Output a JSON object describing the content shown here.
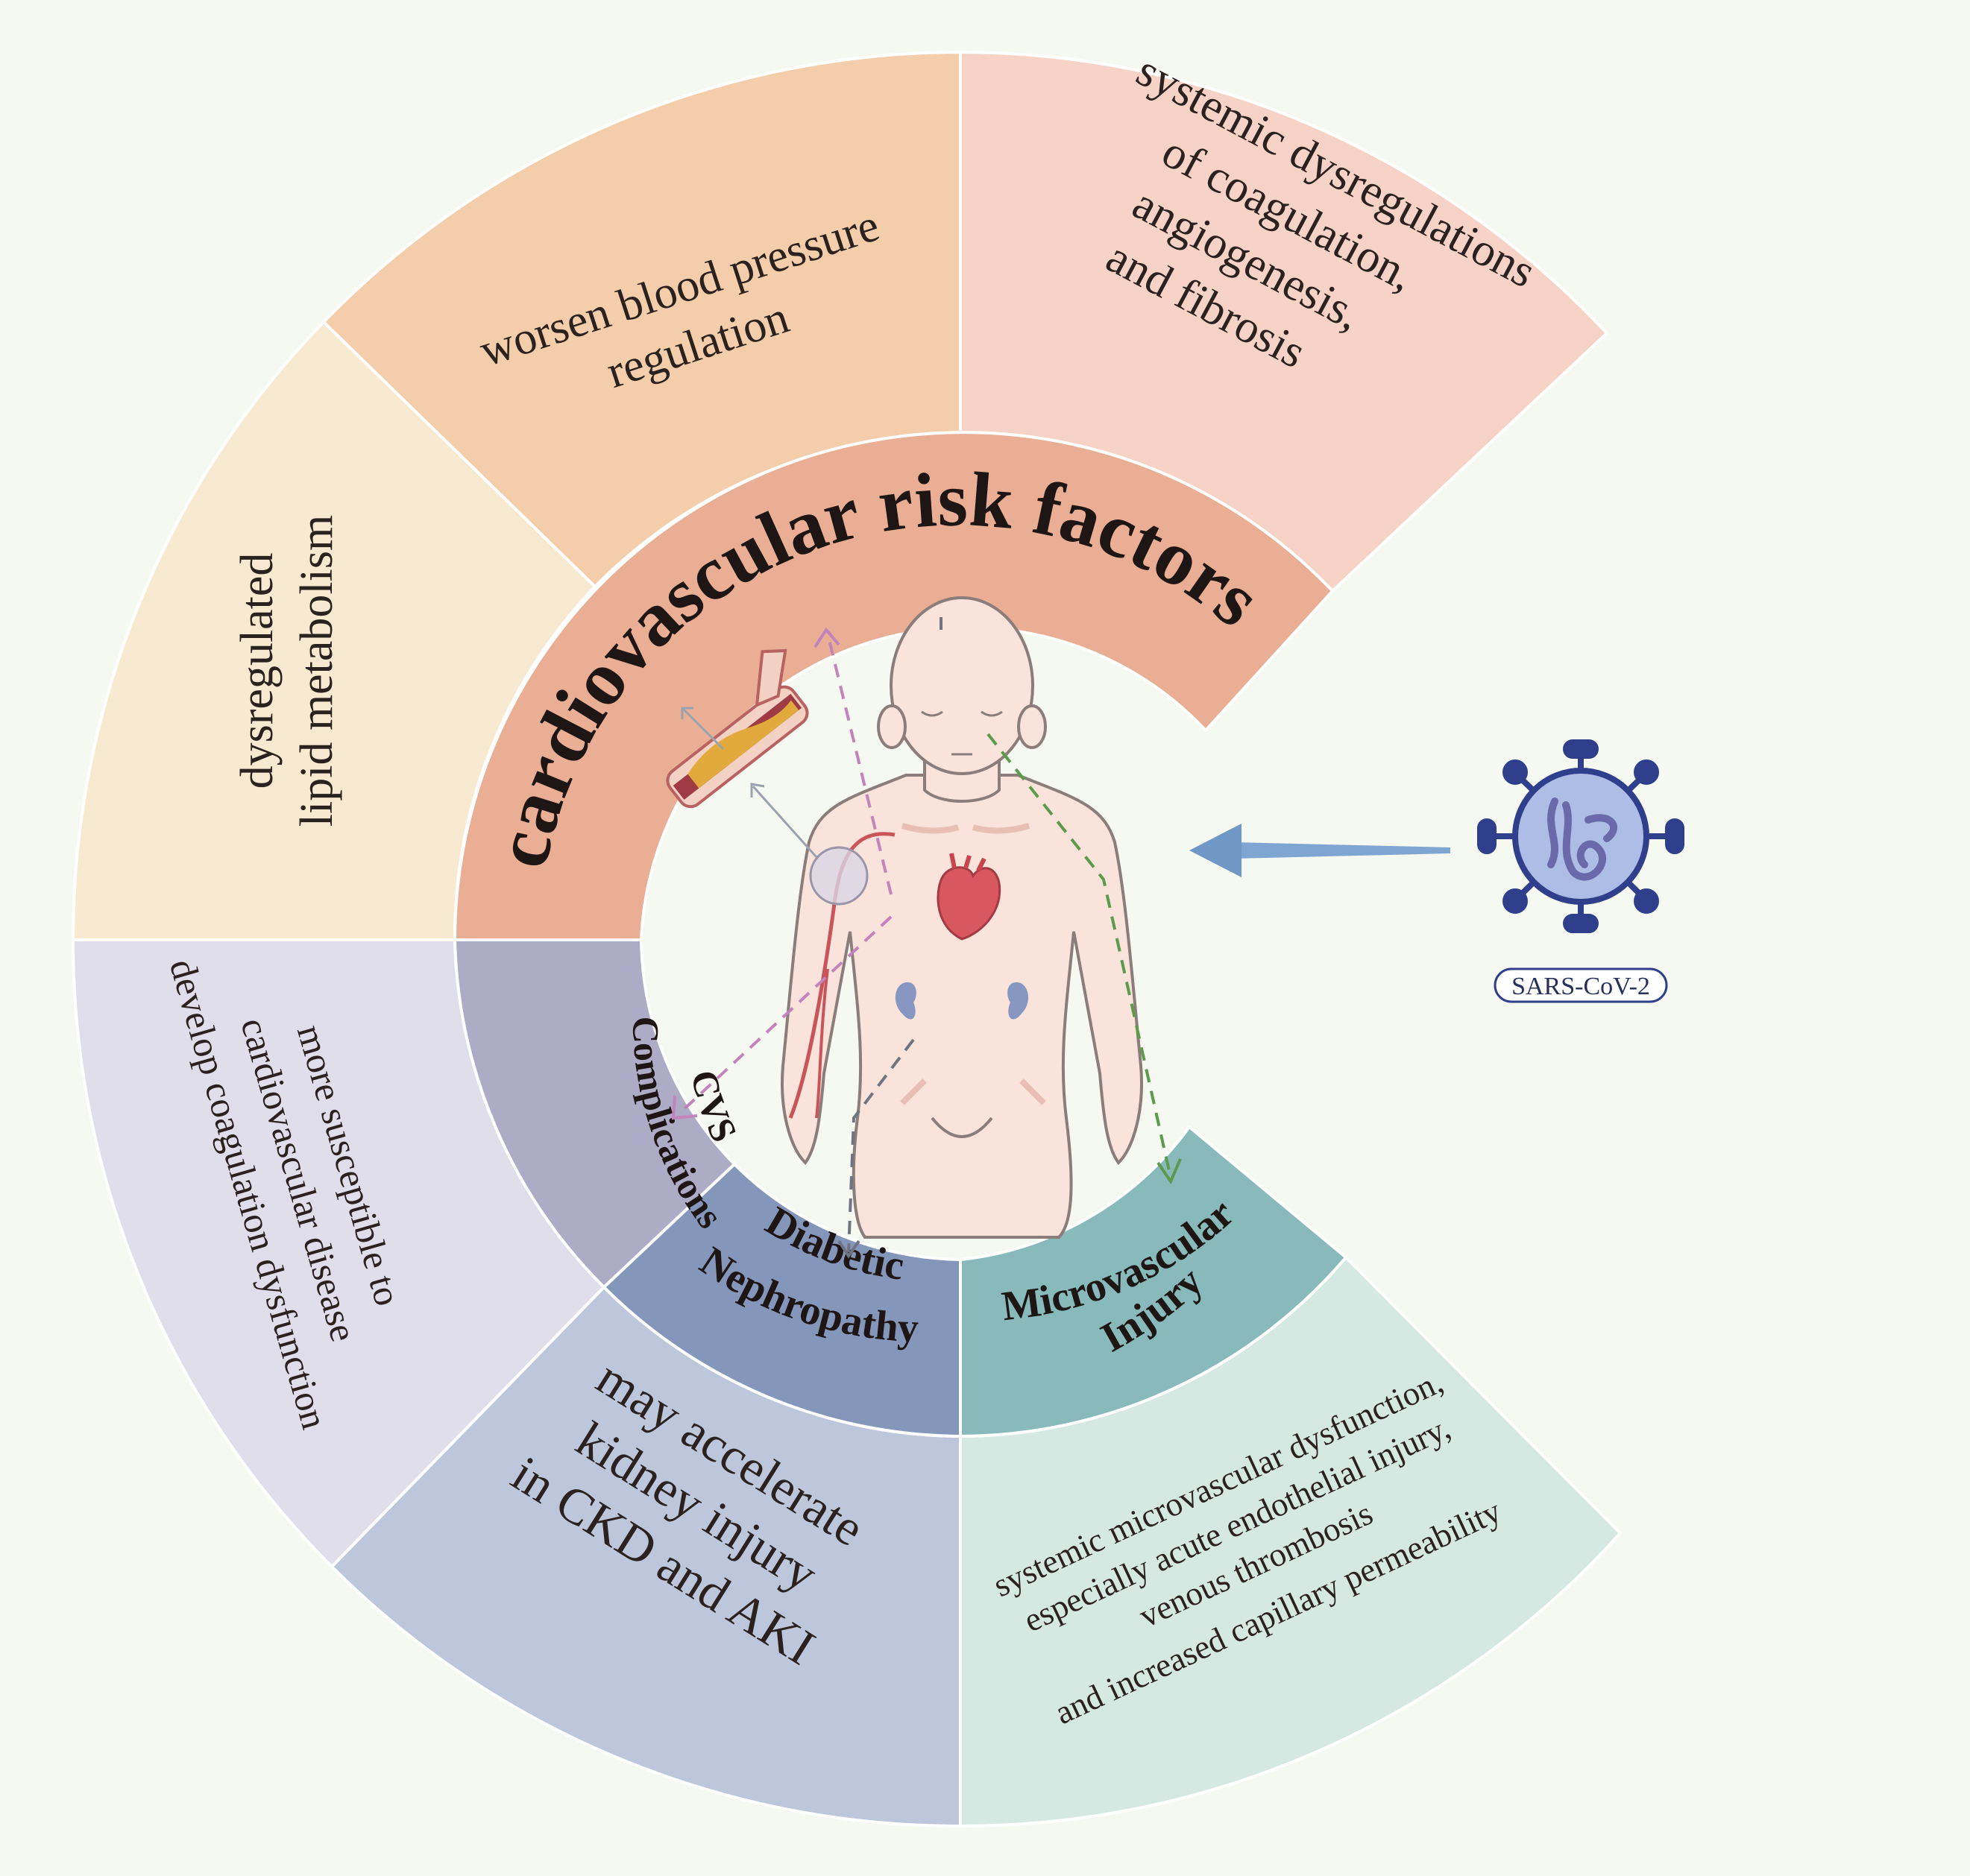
{
  "center_title": "cardiovascular risk factors",
  "segments": [
    {
      "id": "microvascular",
      "label": "Microvascular Injury",
      "effect": [
        "systemic microvascular dysfunction,",
        "especially acute endothelial injury,",
        "venous thrombosis",
        "and increased capillary permeability"
      ]
    },
    {
      "id": "diabetic",
      "label": "Diabetic Nephropathy",
      "effect": [
        "may accelerate",
        "kidney injury",
        "in CKD and AKI"
      ]
    },
    {
      "id": "cvs",
      "label": "CVS Complications",
      "effect": [
        "more susceptible to",
        "cardiovascular disease",
        "develop coagulation dysfunction"
      ]
    }
  ],
  "upper_effects": {
    "lipid": [
      "dysregulated",
      "lipid metabolism"
    ],
    "blood_pressure": [
      "worsen blood pressure",
      "regulation"
    ],
    "coagulation": [
      "systemic dysregulations",
      "of coagulation,",
      "angiogenesis,",
      "and fibrosis"
    ]
  },
  "virus": {
    "label": "SARS-CoV-2"
  },
  "colors": {
    "background": "#f6f9f1",
    "lipid": "#f8ead0",
    "blood_pressure": "#f4ceaa",
    "coagulation": "#f6d3c6",
    "cv_risk_ring": "#e9ae94",
    "cvs_ring": "#aeabc6",
    "cvs_outer": "#dfdeea",
    "diabetic_ring": "#8596bb",
    "diabetic_outer": "#bdc7db",
    "micro_ring": "#88b9bb",
    "micro_outer": "#d6e8e2",
    "virus": "#2f3f8c",
    "arrow": "#6f98c6"
  }
}
